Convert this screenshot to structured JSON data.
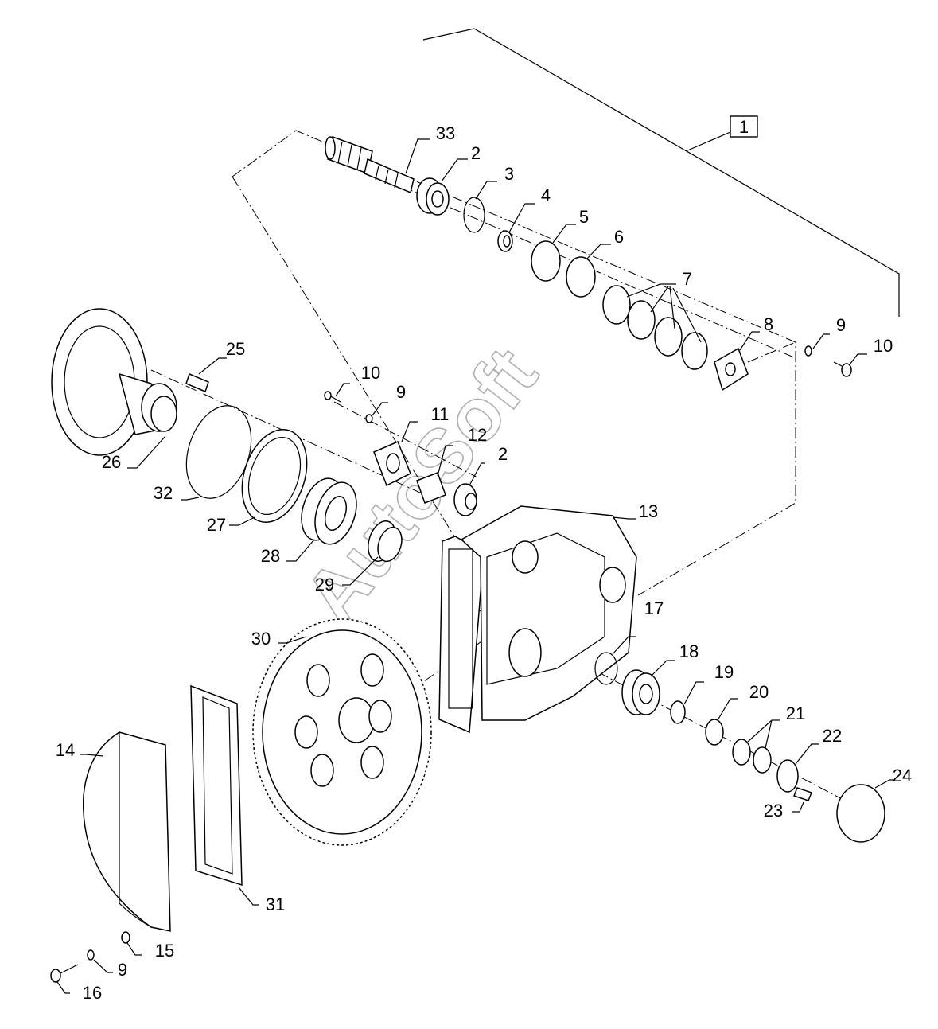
{
  "watermark": "AutoSoft",
  "assembly_label": "1",
  "callouts": [
    {
      "id": "c33",
      "text": "33"
    },
    {
      "id": "c2a",
      "text": "2"
    },
    {
      "id": "c3",
      "text": "3"
    },
    {
      "id": "c4",
      "text": "4"
    },
    {
      "id": "c5",
      "text": "5"
    },
    {
      "id": "c6",
      "text": "6"
    },
    {
      "id": "c7",
      "text": "7"
    },
    {
      "id": "c8",
      "text": "8"
    },
    {
      "id": "c9a",
      "text": "9"
    },
    {
      "id": "c10a",
      "text": "10"
    },
    {
      "id": "c25",
      "text": "25"
    },
    {
      "id": "c26",
      "text": "26"
    },
    {
      "id": "c32",
      "text": "32"
    },
    {
      "id": "c27",
      "text": "27"
    },
    {
      "id": "c28",
      "text": "28"
    },
    {
      "id": "c10b",
      "text": "10"
    },
    {
      "id": "c9b",
      "text": "9"
    },
    {
      "id": "c11",
      "text": "11"
    },
    {
      "id": "c12",
      "text": "12"
    },
    {
      "id": "c2b",
      "text": "2"
    },
    {
      "id": "c13",
      "text": "13"
    },
    {
      "id": "c29",
      "text": "29"
    },
    {
      "id": "c30",
      "text": "30"
    },
    {
      "id": "c17",
      "text": "17"
    },
    {
      "id": "c18",
      "text": "18"
    },
    {
      "id": "c19",
      "text": "19"
    },
    {
      "id": "c20",
      "text": "20"
    },
    {
      "id": "c21",
      "text": "21"
    },
    {
      "id": "c22",
      "text": "22"
    },
    {
      "id": "c24",
      "text": "24"
    },
    {
      "id": "c23",
      "text": "23"
    },
    {
      "id": "c14",
      "text": "14"
    },
    {
      "id": "c31",
      "text": "31"
    },
    {
      "id": "c15",
      "text": "15"
    },
    {
      "id": "c9c",
      "text": "9"
    },
    {
      "id": "c16",
      "text": "16"
    }
  ]
}
